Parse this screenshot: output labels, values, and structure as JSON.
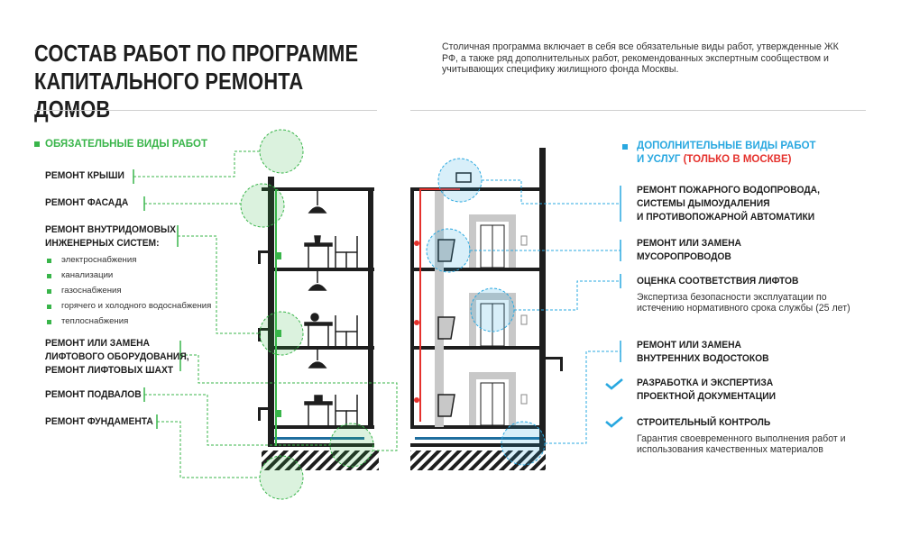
{
  "title": {
    "line1": "СОСТАВ РАБОТ ПО ПРОГРАММЕ",
    "line2": "КАПИТАЛЬНОГО РЕМОНТА ДОМОВ"
  },
  "intro": "Столичная программа включает в себя все обязательные виды работ, утвержденные ЖК РФ, а также ряд дополнительных работ, рекомендованных экспертным сообществом и учитывающих специфику жилищного фонда Москвы.",
  "left_section": {
    "heading": "ОБЯЗАТЕЛЬНЫЕ ВИДЫ РАБОТ",
    "items": [
      {
        "label": "РЕМОНТ КРЫШИ"
      },
      {
        "label": "РЕМОНТ ФАСАДА"
      },
      {
        "label_line1": "РЕМОНТ ВНУТРИДОМОВЫХ",
        "label_line2": "ИНЖЕНЕРНЫХ СИСТЕМ:",
        "subitems": [
          "электроснабжения",
          "канализации",
          "газоснабжения",
          "горячего и холодного водоснабжения",
          "теплоснабжения"
        ]
      },
      {
        "label_line1": "РЕМОНТ ИЛИ ЗАМЕНА",
        "label_line2": "ЛИФТОВОГО ОБОРУДОВАНИЯ,",
        "label_line3": "РЕМОНТ ЛИФТОВЫХ ШАХТ"
      },
      {
        "label": "РЕМОНТ ПОДВАЛОВ"
      },
      {
        "label": "РЕМОНТ ФУНДАМЕНТА"
      }
    ]
  },
  "right_section": {
    "heading_line1": "ДОПОЛНИТЕЛЬНЫЕ ВИДЫ РАБОТ",
    "heading_line2": "И УСЛУГ",
    "heading_red": "(ТОЛЬКО В МОСКВЕ)",
    "items": [
      {
        "label_line1": "РЕМОНТ ПОЖАРНОГО ВОДОПРОВОДА,",
        "label_line2": "СИСТЕМЫ ДЫМОУДАЛЕНИЯ",
        "label_line3": "И ПРОТИВОПОЖАРНОЙ АВТОМАТИКИ"
      },
      {
        "label_line1": "РЕМОНТ ИЛИ ЗАМЕНА",
        "label_line2": "МУСОРОПРОВОДОВ"
      },
      {
        "label": "ОЦЕНКА СООТВЕТСТВИЯ ЛИФТОВ",
        "desc": "Экспертиза безопасности эксплуатации по истечению нормативного срока службы (25 лет)"
      },
      {
        "label_line1": "РЕМОНТ ИЛИ ЗАМЕНА",
        "label_line2": "ВНУТРЕННИХ ВОДОСТОКОВ"
      },
      {
        "label_line1": "РАЗРАБОТКА И ЭКСПЕРТИЗА",
        "label_line2": "ПРОЕКТНОЙ ДОКУМЕНТАЦИИ"
      },
      {
        "label": "СТРОИТЕЛЬНЫЙ КОНТРОЛЬ",
        "desc": "Гарантия своевременного выполнения работ и использования качественных материалов"
      }
    ]
  },
  "colors": {
    "green": "#39b54a",
    "blue": "#29a8e0",
    "red": "#e5322d",
    "dark": "#1e1e1e",
    "gray": "#c8c8c8"
  }
}
